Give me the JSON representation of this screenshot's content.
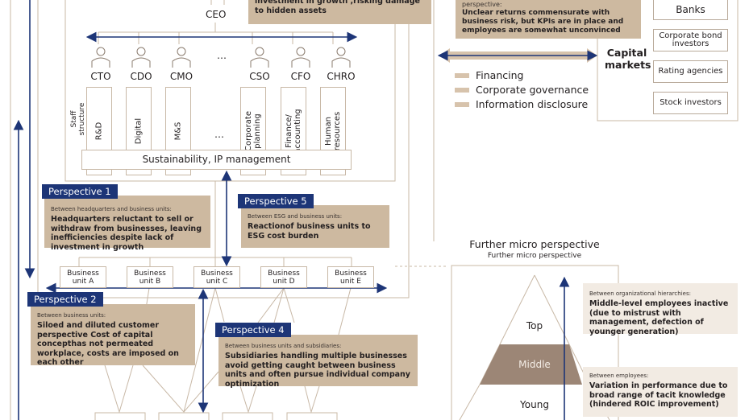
{
  "colors": {
    "navy": "#1d3577",
    "tan": "#cdb9a0",
    "line": "#c8b8a6",
    "middle_band": "#9c8676",
    "light_callout": "#f2ebe3"
  },
  "ceo": {
    "label": "CEO",
    "callout_text": "investment in growth ,risking damage to hidden assets"
  },
  "executives": [
    {
      "label": "CTO"
    },
    {
      "label": "CDO"
    },
    {
      "label": "CMO"
    },
    {
      "label": "…"
    },
    {
      "label": "CSO"
    },
    {
      "label": "CFO"
    },
    {
      "label": "CHRO"
    }
  ],
  "staff_structure_label": "Staff structure",
  "staff_columns": [
    {
      "label": "R&D"
    },
    {
      "label": "Digital"
    },
    {
      "label": "M&S"
    },
    {
      "label": "Corporate planning"
    },
    {
      "label": "Finance/ accounting"
    },
    {
      "label": "Human resources"
    }
  ],
  "staff_dots": "…",
  "sustainability_bar": "Sustainability, IP management",
  "perspectives": [
    {
      "label": "Perspective 1",
      "context": "Between headquarters and business units:",
      "text": "Headquarters reluctant to sell or withdraw from businesses, leaving inefficiencies despite lack of investment in growth"
    },
    {
      "label": "Perspective 2",
      "context": "Between business units:",
      "text": "Siloed and diluted customer perspective Cost of capital concepthas not permeated workplace, costs are imposed on each other"
    },
    {
      "label": "Perspective 4",
      "context": "Between business units and subsidiaries:",
      "text": "Subsidiaries handling multiple businesses avoid getting caught between business units and often pursue individual company optimization"
    },
    {
      "label": "Perspective 5",
      "context": "Between ESG and business units:",
      "text": "Reactionof business units to ESG cost burden"
    }
  ],
  "business_units": [
    {
      "label": "Business unit A"
    },
    {
      "label": "Business unit B"
    },
    {
      "label": "Business unit C"
    },
    {
      "label": "Business unit D"
    },
    {
      "label": "Business unit E"
    }
  ],
  "capital_callout": {
    "context": "perspective:",
    "text": "Unclear returns commensurate with business risk, but KPIs are in place and employees are somewhat unconvinced"
  },
  "legend": [
    {
      "icon": "double-arrow-icon",
      "label": "Financing"
    },
    {
      "icon": "left-arrow-icon",
      "label": "Corporate governance"
    },
    {
      "icon": "right-arrow-icon",
      "label": "Information disclosure"
    }
  ],
  "capital_markets": {
    "title": "Capital markets",
    "members": [
      {
        "label": "Banks"
      },
      {
        "label": "Corporate bond investors"
      },
      {
        "label": "Rating agencies"
      },
      {
        "label": "Stock investors"
      }
    ]
  },
  "micro": {
    "title": "Further micro perspective",
    "subtitle": "Further micro perspective",
    "levels": [
      {
        "label": "Top"
      },
      {
        "label": "Middle"
      },
      {
        "label": "Young"
      }
    ],
    "callouts": [
      {
        "context": "Between organizational hierarchies:",
        "text": "Middle-level employees inactive (due to mistrust with management, defection of younger generation)"
      },
      {
        "context": "Between employees:",
        "text": "Variation in performance due to broad range of tacit knowledge (hindered ROIC improvement)"
      }
    ]
  }
}
